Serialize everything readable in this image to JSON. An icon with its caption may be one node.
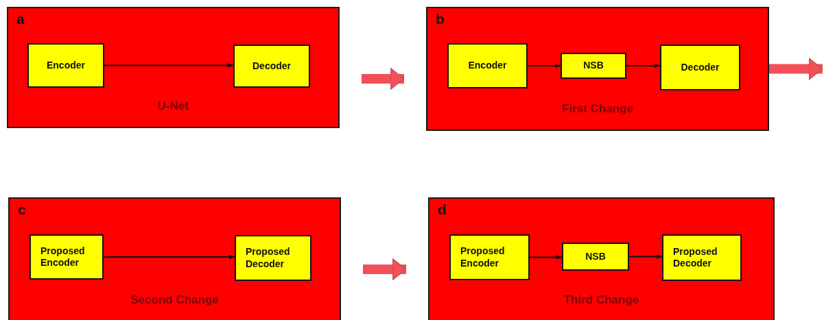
{
  "diagram": {
    "nodes": [
      {
        "text": [
          "a",
          "U-Net"
        ]
      },
      {
        "text": [
          "Encoder"
        ],
        "in": 0
      },
      {
        "text": [
          "Decoder"
        ],
        "in": 0
      },
      {
        "text": [
          "b",
          "First Change"
        ]
      },
      {
        "text": [
          "Encoder"
        ],
        "in": 3
      },
      {
        "text": [
          "NSB"
        ],
        "in": 3
      },
      {
        "text": [
          "Decoder"
        ],
        "in": 3
      },
      {
        "text": [
          "c",
          "Second Change"
        ]
      },
      {
        "text": [
          "Proposed Encoder"
        ],
        "in": 7
      },
      {
        "text": [
          "Proposed Decoder"
        ],
        "in": 7
      },
      {
        "text": [
          "d",
          "Third Change"
        ]
      },
      {
        "text": [
          "Proposed Encoder"
        ],
        "in": 10
      },
      {
        "text": [
          "NSB"
        ],
        "in": 10
      },
      {
        "text": [
          "Proposed Decoder"
        ],
        "in": 10
      }
    ],
    "edges": [
      {
        "from": 1,
        "to": 2,
        "arrow": "to"
      },
      {
        "from": 4,
        "to": 5,
        "arrow": "to"
      },
      {
        "from": 5,
        "to": 6,
        "arrow": "to"
      },
      {
        "from": 8,
        "to": 9,
        "arrow": "to"
      },
      {
        "from": 11,
        "to": 12,
        "arrow": "to"
      },
      {
        "from": 12,
        "to": 13,
        "arrow": "to"
      },
      {
        "from": 0,
        "to": 3,
        "arrow": "to",
        "style": "thick",
        "color": "#f24f57"
      },
      {
        "from": 3,
        "to": null,
        "arrow": "to",
        "style": "thick",
        "color": "#f24f57"
      },
      {
        "from": 7,
        "to": 10,
        "arrow": "to",
        "style": "thick",
        "color": "#f24f57"
      }
    ]
  }
}
